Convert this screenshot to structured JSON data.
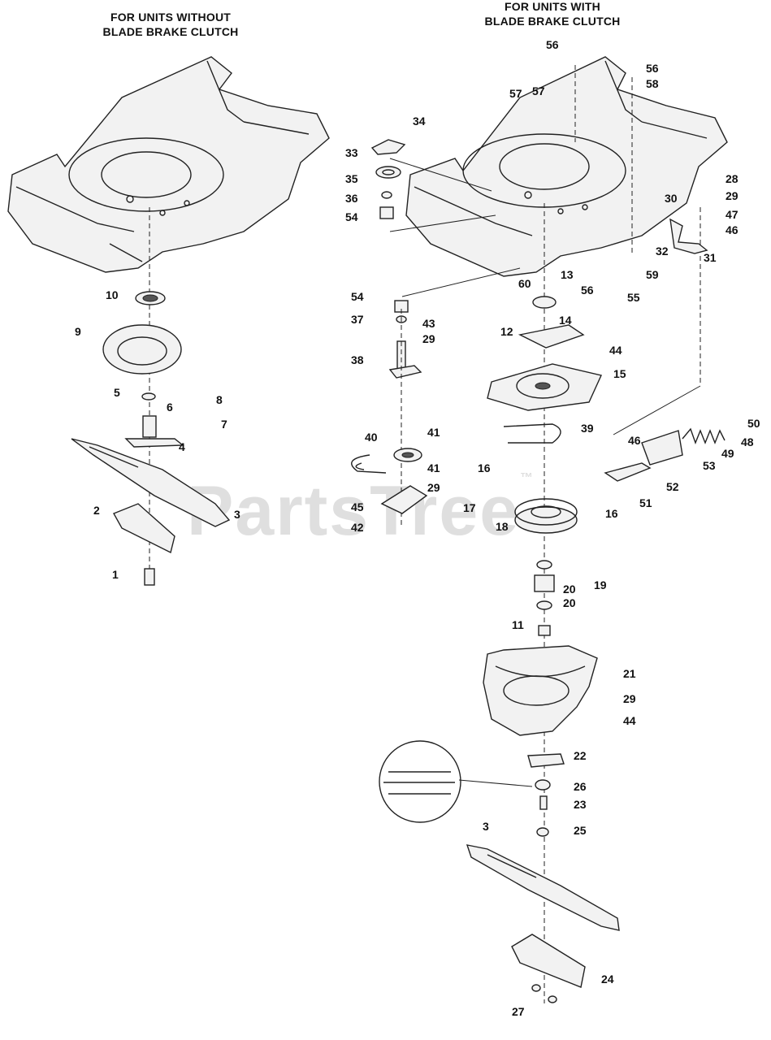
{
  "titles": {
    "left": [
      "FOR UNITS WITHOUT",
      "BLADE BRAKE CLUTCH"
    ],
    "right": [
      "FOR UNITS WITH",
      "BLADE BRAKE CLUTCH"
    ]
  },
  "watermark": {
    "text": "PartsTree",
    "mark": "™"
  },
  "callouts": {
    "left_assembly": [
      "10",
      "9",
      "5",
      "6",
      "8",
      "7",
      "4",
      "2",
      "3",
      "1"
    ],
    "right_assembly": [
      "56",
      "56",
      "58",
      "57",
      "57",
      "34",
      "33",
      "35",
      "36",
      "54",
      "28",
      "29",
      "30",
      "47",
      "46",
      "32",
      "31",
      "13",
      "59",
      "60",
      "56",
      "55",
      "54",
      "14",
      "37",
      "43",
      "29",
      "12",
      "44",
      "38",
      "15",
      "39",
      "46",
      "50",
      "48",
      "49",
      "53",
      "40",
      "41",
      "41",
      "16",
      "52",
      "51",
      "29",
      "45",
      "17",
      "16",
      "42",
      "18",
      "20",
      "19",
      "20",
      "11",
      "21",
      "29",
      "44",
      "22",
      "26",
      "23",
      "3",
      "25",
      "24",
      "27"
    ]
  }
}
